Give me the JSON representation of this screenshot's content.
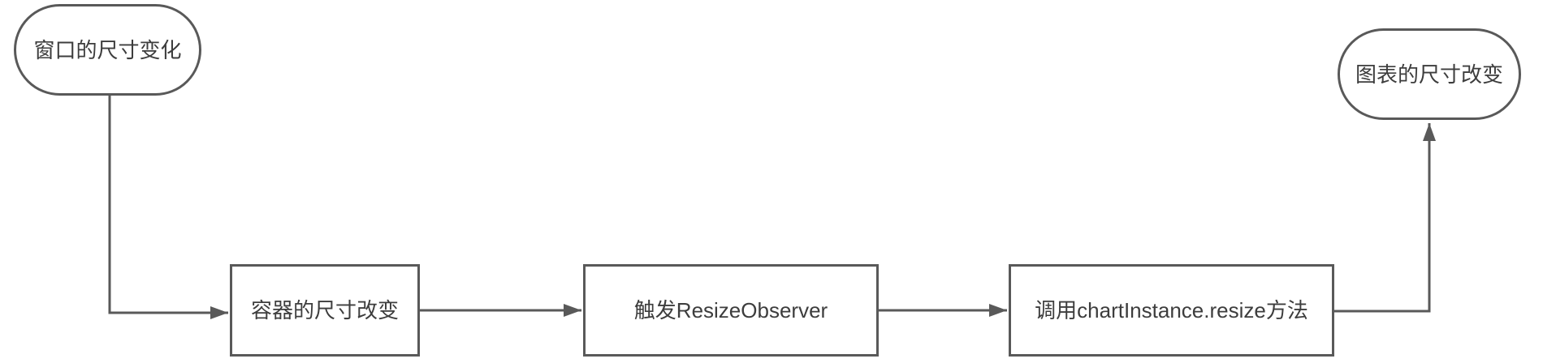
{
  "diagram": {
    "type": "flowchart",
    "colors": {
      "stroke": "#595959",
      "text": "#3d3d3d",
      "background": "#ffffff"
    },
    "nodes": [
      {
        "id": "window-size-change",
        "shape": "terminal",
        "label": "窗口的尺寸变化"
      },
      {
        "id": "container-size-change",
        "shape": "process",
        "label": "容器的尺寸改变"
      },
      {
        "id": "trigger-resize-observer",
        "shape": "process",
        "label": "触发ResizeObserver"
      },
      {
        "id": "call-chart-resize",
        "shape": "process",
        "label": "调用chartInstance.resize方法"
      },
      {
        "id": "chart-size-change",
        "shape": "terminal",
        "label": "图表的尺寸改变"
      }
    ],
    "edges": [
      {
        "from": "window-size-change",
        "to": "container-size-change"
      },
      {
        "from": "container-size-change",
        "to": "trigger-resize-observer"
      },
      {
        "from": "trigger-resize-observer",
        "to": "call-chart-resize"
      },
      {
        "from": "call-chart-resize",
        "to": "chart-size-change"
      }
    ]
  }
}
